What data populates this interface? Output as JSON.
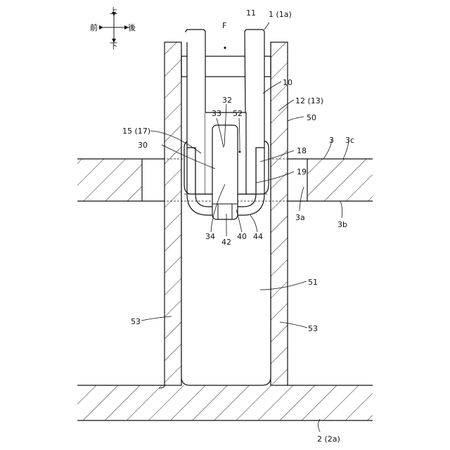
{
  "direction_indicator": {
    "up": "上",
    "down": "下",
    "front": "前",
    "back": "後"
  },
  "labels": {
    "l_1": "1 (1a)",
    "l_11": "11",
    "l_F": "F",
    "l_10": "10",
    "l_12": "12 (13)",
    "l_50": "50",
    "l_32": "32",
    "l_33": "33",
    "l_52": "52",
    "l_15": "15 (17)",
    "l_30": "30",
    "l_18": "18",
    "l_3": "3",
    "l_3c": "3c",
    "l_19": "19",
    "l_3a": "3a",
    "l_3b": "3b",
    "l_34": "34",
    "l_42": "42",
    "l_40": "40",
    "l_44": "44",
    "l_51": "51",
    "l_53a": "53",
    "l_53b": "53",
    "l_2": "2 (2a)"
  }
}
